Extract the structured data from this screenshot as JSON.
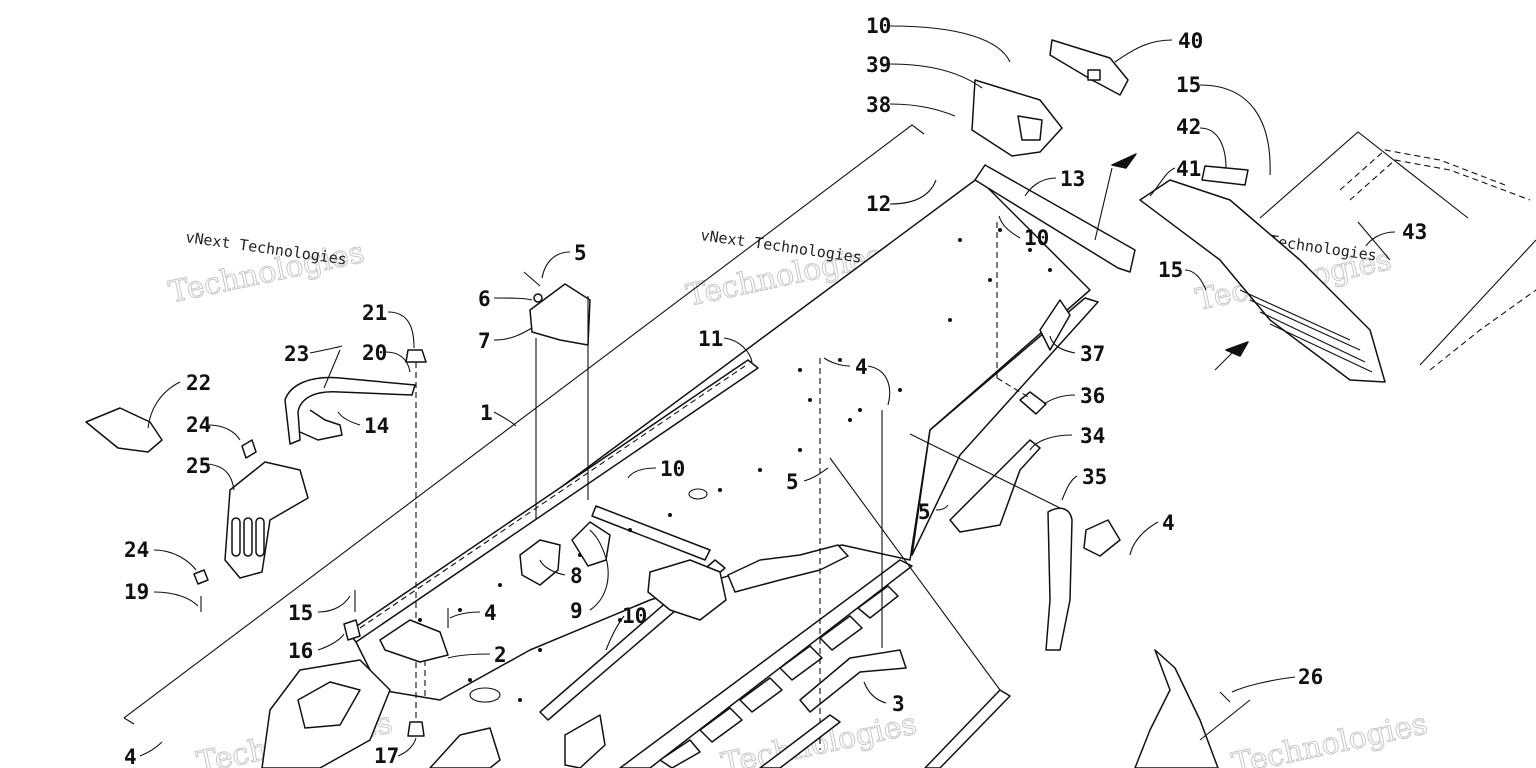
{
  "watermark": {
    "line1": "vNext Technologies",
    "line2": "Technologies"
  },
  "callouts": [
    {
      "id": "c1",
      "text": "10"
    },
    {
      "id": "c2",
      "text": "40"
    },
    {
      "id": "c3",
      "text": "39"
    },
    {
      "id": "c4",
      "text": "15"
    },
    {
      "id": "c5",
      "text": "38"
    },
    {
      "id": "c6",
      "text": "42"
    },
    {
      "id": "c7",
      "text": "41"
    },
    {
      "id": "c8",
      "text": "13"
    },
    {
      "id": "c9",
      "text": "12"
    },
    {
      "id": "c10",
      "text": "10"
    },
    {
      "id": "c11",
      "text": "43"
    },
    {
      "id": "c12",
      "text": "15"
    },
    {
      "id": "c13",
      "text": "5"
    },
    {
      "id": "c14",
      "text": "6"
    },
    {
      "id": "c15",
      "text": "7"
    },
    {
      "id": "c16",
      "text": "21"
    },
    {
      "id": "c17",
      "text": "23"
    },
    {
      "id": "c18",
      "text": "20"
    },
    {
      "id": "c19",
      "text": "11"
    },
    {
      "id": "c20",
      "text": "37"
    },
    {
      "id": "c21",
      "text": "22"
    },
    {
      "id": "c22",
      "text": "14"
    },
    {
      "id": "c23",
      "text": "1"
    },
    {
      "id": "c24",
      "text": "4"
    },
    {
      "id": "c25",
      "text": "36"
    },
    {
      "id": "c26",
      "text": "24"
    },
    {
      "id": "c27",
      "text": "34"
    },
    {
      "id": "c28",
      "text": "25"
    },
    {
      "id": "c29",
      "text": "10"
    },
    {
      "id": "c30",
      "text": "5"
    },
    {
      "id": "c31",
      "text": "35"
    },
    {
      "id": "c32",
      "text": "5"
    },
    {
      "id": "c33",
      "text": "4"
    },
    {
      "id": "c34",
      "text": "24"
    },
    {
      "id": "c35",
      "text": "8"
    },
    {
      "id": "c36",
      "text": "19"
    },
    {
      "id": "c37",
      "text": "9"
    },
    {
      "id": "c38",
      "text": "15"
    },
    {
      "id": "c39",
      "text": "4"
    },
    {
      "id": "c40",
      "text": "10"
    },
    {
      "id": "c41",
      "text": "16"
    },
    {
      "id": "c42",
      "text": "2"
    },
    {
      "id": "c43",
      "text": "26"
    },
    {
      "id": "c44",
      "text": "3"
    },
    {
      "id": "c45",
      "text": "17"
    },
    {
      "id": "c46",
      "text": "4"
    }
  ]
}
